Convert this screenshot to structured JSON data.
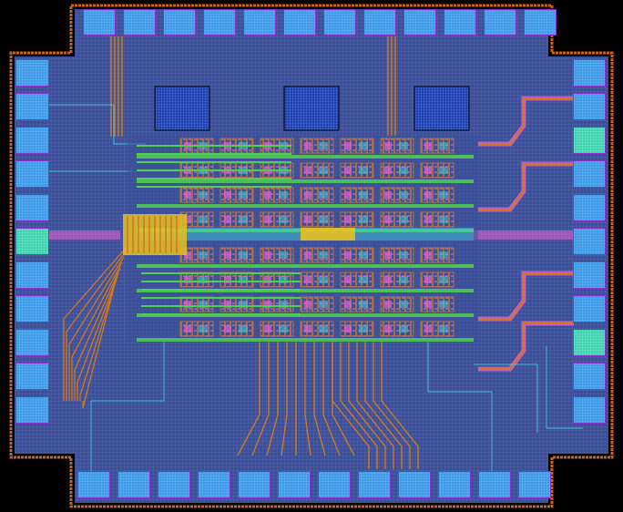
{
  "layout": {
    "title": "",
    "colors": {
      "background": "#000000",
      "seal_ring": "#c8641e",
      "core_fill": "#3c4f9a",
      "grid_line": "#7f8fc8",
      "pad_fill": "#3f9ae8",
      "pad_grid": "#8fd0ff",
      "pad_edge": "#8a2fd0",
      "pad_special": "#3fd0b0",
      "metal_orange": "#d2781e",
      "metal_green": "#50d050",
      "metal_yellow": "#e8c020",
      "metal_pink": "#e060d0",
      "metal_cyan": "#40d0e0",
      "macro_fill": "#2040b0"
    },
    "regions": {
      "io_pads": {
        "top_count": 12,
        "bottom_count": 12,
        "left_count": 11,
        "right_count": 11,
        "special_pad_indices_right": [
          2,
          8
        ],
        "special_pad_indices_left": [
          5
        ]
      },
      "memory_macros": {
        "count": 3
      },
      "logic_array": {
        "rows": 8,
        "columns": 7
      }
    }
  }
}
